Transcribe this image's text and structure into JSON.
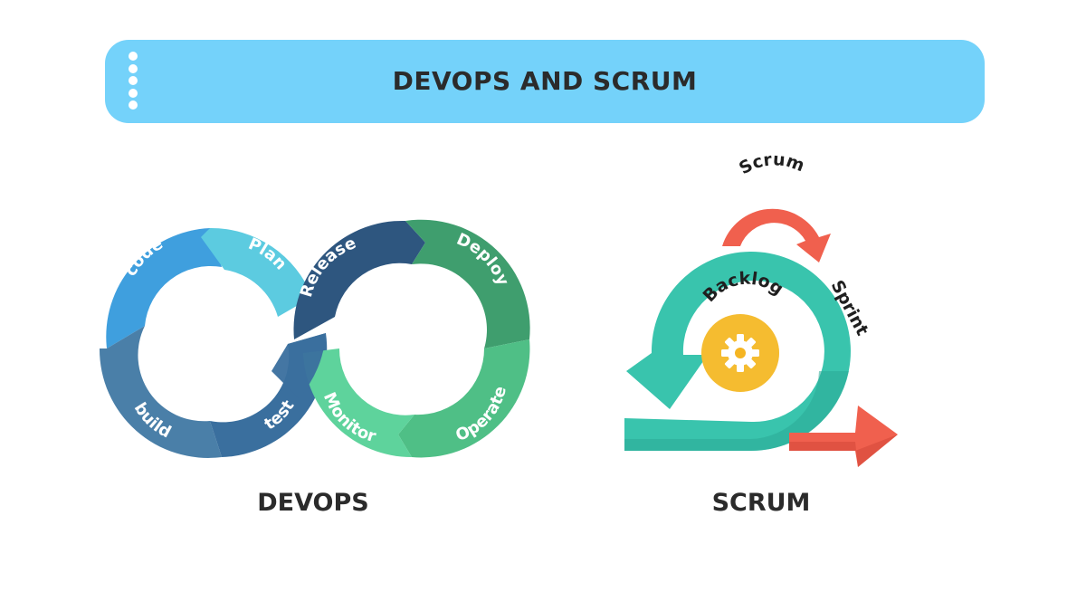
{
  "header": {
    "title": "DEVOPS AND SCRUM"
  },
  "devops": {
    "caption": "DEVOPS",
    "segments": [
      {
        "label": "code",
        "color": "#3f9fde"
      },
      {
        "label": "Plan",
        "color": "#5ccbe0"
      },
      {
        "label": "build",
        "color": "#4a7fa8"
      },
      {
        "label": "test",
        "color": "#3a6f9e"
      },
      {
        "label": "Release",
        "color": "#2e567f"
      },
      {
        "label": "Deploy",
        "color": "#3f9e6e"
      },
      {
        "label": "Operate",
        "color": "#4fbf86"
      },
      {
        "label": "Monitor",
        "color": "#5ed39c"
      }
    ]
  },
  "scrum": {
    "caption": "SCRUM",
    "labels": {
      "scrum": "Scrum",
      "sprint": "Sprint",
      "backlog": "Backlog"
    },
    "colors": {
      "loop": "#39c4ad",
      "arrow": "#f0604e",
      "gear_disc": "#f5b522",
      "gear": "#ffffff"
    }
  },
  "colors": {
    "banner": "#74d2fa",
    "title": "#2b2b2b"
  }
}
